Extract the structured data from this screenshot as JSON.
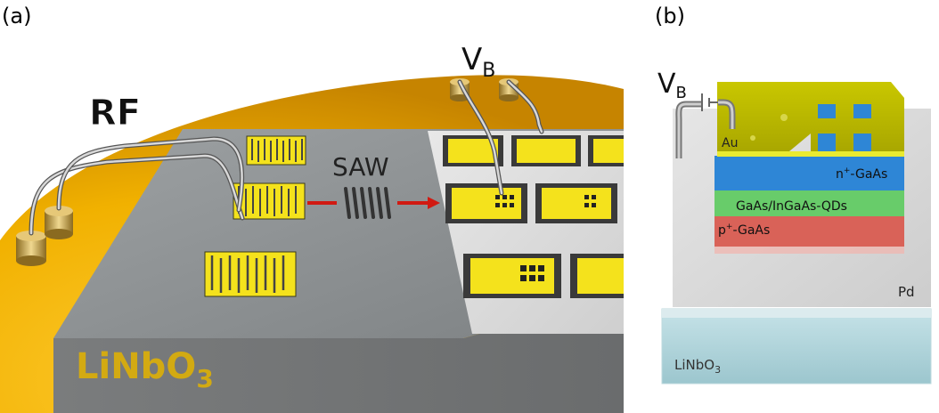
{
  "panel_a": {
    "tag": "(a)",
    "rf_label": "RF",
    "saw_label": "SAW",
    "vb": {
      "main": "V",
      "sub": "B"
    },
    "substrate": {
      "main": "LiNbO",
      "sub": "3"
    },
    "colors": {
      "gold_disk": "#f2b600",
      "chip_gray": "#8c8f91",
      "idt_yellow": "#f4e21c",
      "pd_plate": "#d9dadb",
      "arrow_red": "#d11a12"
    }
  },
  "panel_b": {
    "tag": "(b)",
    "vb": {
      "main": "V",
      "sub": "B"
    },
    "layers": {
      "au": "Au",
      "n_gaas": {
        "pre": "n",
        "sup": "+",
        "post": "-GaAs"
      },
      "qd": "GaAs/InGaAs-QDs",
      "p_gaas": {
        "pre": "p",
        "sup": "+",
        "post": "-GaAs"
      },
      "pd": "Pd",
      "substrate": {
        "main": "LiNbO",
        "sub": "3"
      }
    },
    "colors": {
      "au": "#c8c400",
      "n_gaas": "#2e86d6",
      "qd": "#68cc6a",
      "p_gaas": "#d96258",
      "pd": "#d4d4d4",
      "substrate": "#a8cfd6"
    }
  }
}
